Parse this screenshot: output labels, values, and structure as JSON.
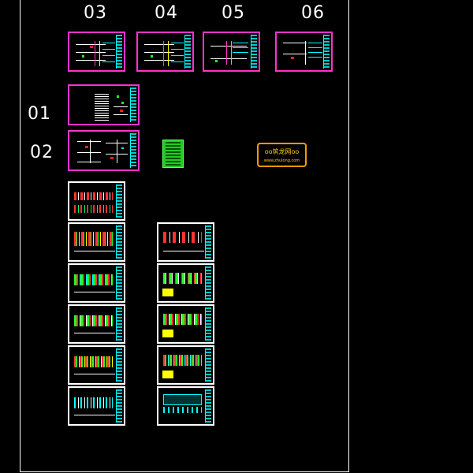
{
  "column_labels": [
    "03",
    "04",
    "05",
    "06"
  ],
  "row_labels": [
    "01",
    "02"
  ],
  "stamp": {
    "line1": "oo筑龙网oo",
    "line2": "www.zhulong.com"
  },
  "colors": {
    "background": "#000000",
    "sheet_border_magenta": "#ff33cc",
    "sheet_border_white": "#ffffff",
    "title_block": "#00ffff",
    "stamp": "#ff9900",
    "green_sheet": "#22cc22"
  }
}
